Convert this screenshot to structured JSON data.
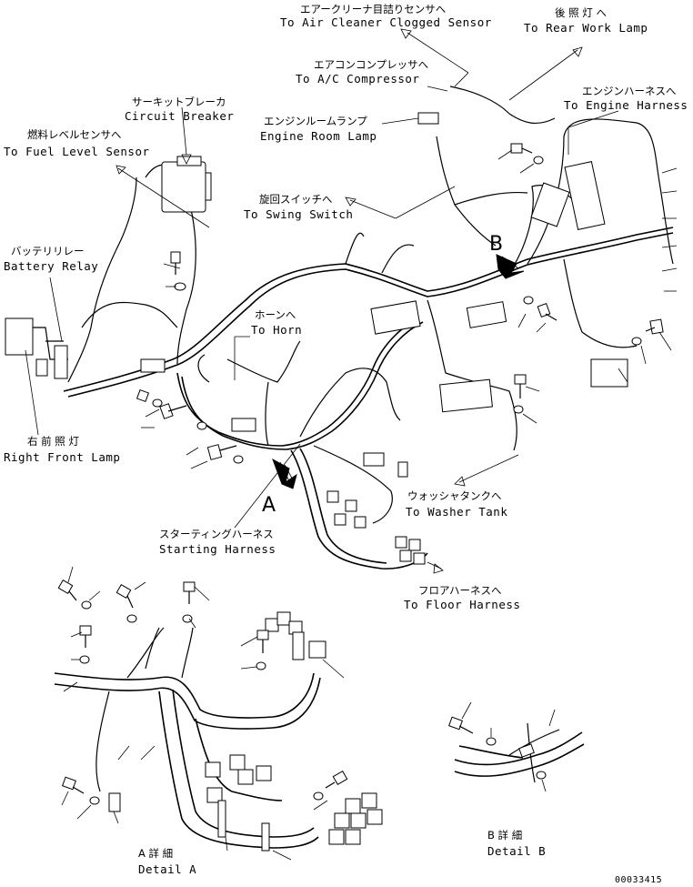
{
  "labels": {
    "air_cleaner_jp": "エアークリーナ目詰りセンサへ",
    "air_cleaner_en": "To Air Cleaner Clogged Sensor",
    "rear_work_lamp_jp": "後 照 灯 へ",
    "rear_work_lamp_en": "To Rear Work Lamp",
    "ac_compressor_jp": "エアコンコンプレッサへ",
    "ac_compressor_en": "To A/C Compressor",
    "engine_harness_jp": "エンジンハーネスへ",
    "engine_harness_en": "To Engine Harness",
    "circuit_breaker_jp": "サーキットブレーカ",
    "circuit_breaker_en": "Circuit Breaker",
    "engine_room_lamp_jp": "エンジンルームランプ",
    "engine_room_lamp_en": "Engine Room Lamp",
    "fuel_level_jp": "燃料レベルセンサへ",
    "fuel_level_en": "To Fuel Level Sensor",
    "swing_switch_jp": "旋回スイッチへ",
    "swing_switch_en": "To Swing Switch",
    "battery_relay_jp": "バッテリリレー",
    "battery_relay_en": "Battery Relay",
    "horn_jp": "ホーンへ",
    "horn_en": "To Horn",
    "right_front_lamp_jp": "右 前 照 灯",
    "right_front_lamp_en": "Right Front Lamp",
    "washer_tank_jp": "ウォッシャタンクへ",
    "washer_tank_en": "To Washer Tank",
    "starting_harness_jp": "スターティングハーネス",
    "starting_harness_en": "Starting Harness",
    "floor_harness_jp": "フロアハーネスへ",
    "floor_harness_en": "To Floor Harness",
    "marker_a": "A",
    "marker_b": "B",
    "detail_a_jp": "A 詳 細",
    "detail_a_en": "Detail A",
    "detail_b_jp": "B 詳 細",
    "detail_b_en": "Detail B",
    "drawing_number": "00033415"
  }
}
